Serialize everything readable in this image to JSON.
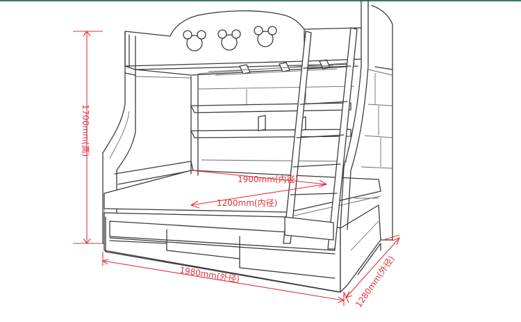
{
  "accent_color": "#e0303a",
  "dimensions": {
    "height": "1700mm(高)",
    "inner_length": "1900mm(内径)",
    "inner_width": "1200mm(内径)",
    "outer_length": "1980mm(外径)",
    "outer_width": "1280mm(外径)"
  },
  "decorations": {
    "headboard_cutouts": [
      "mouse-head-icon",
      "mouse-head-icon",
      "mouse-head-icon"
    ]
  }
}
